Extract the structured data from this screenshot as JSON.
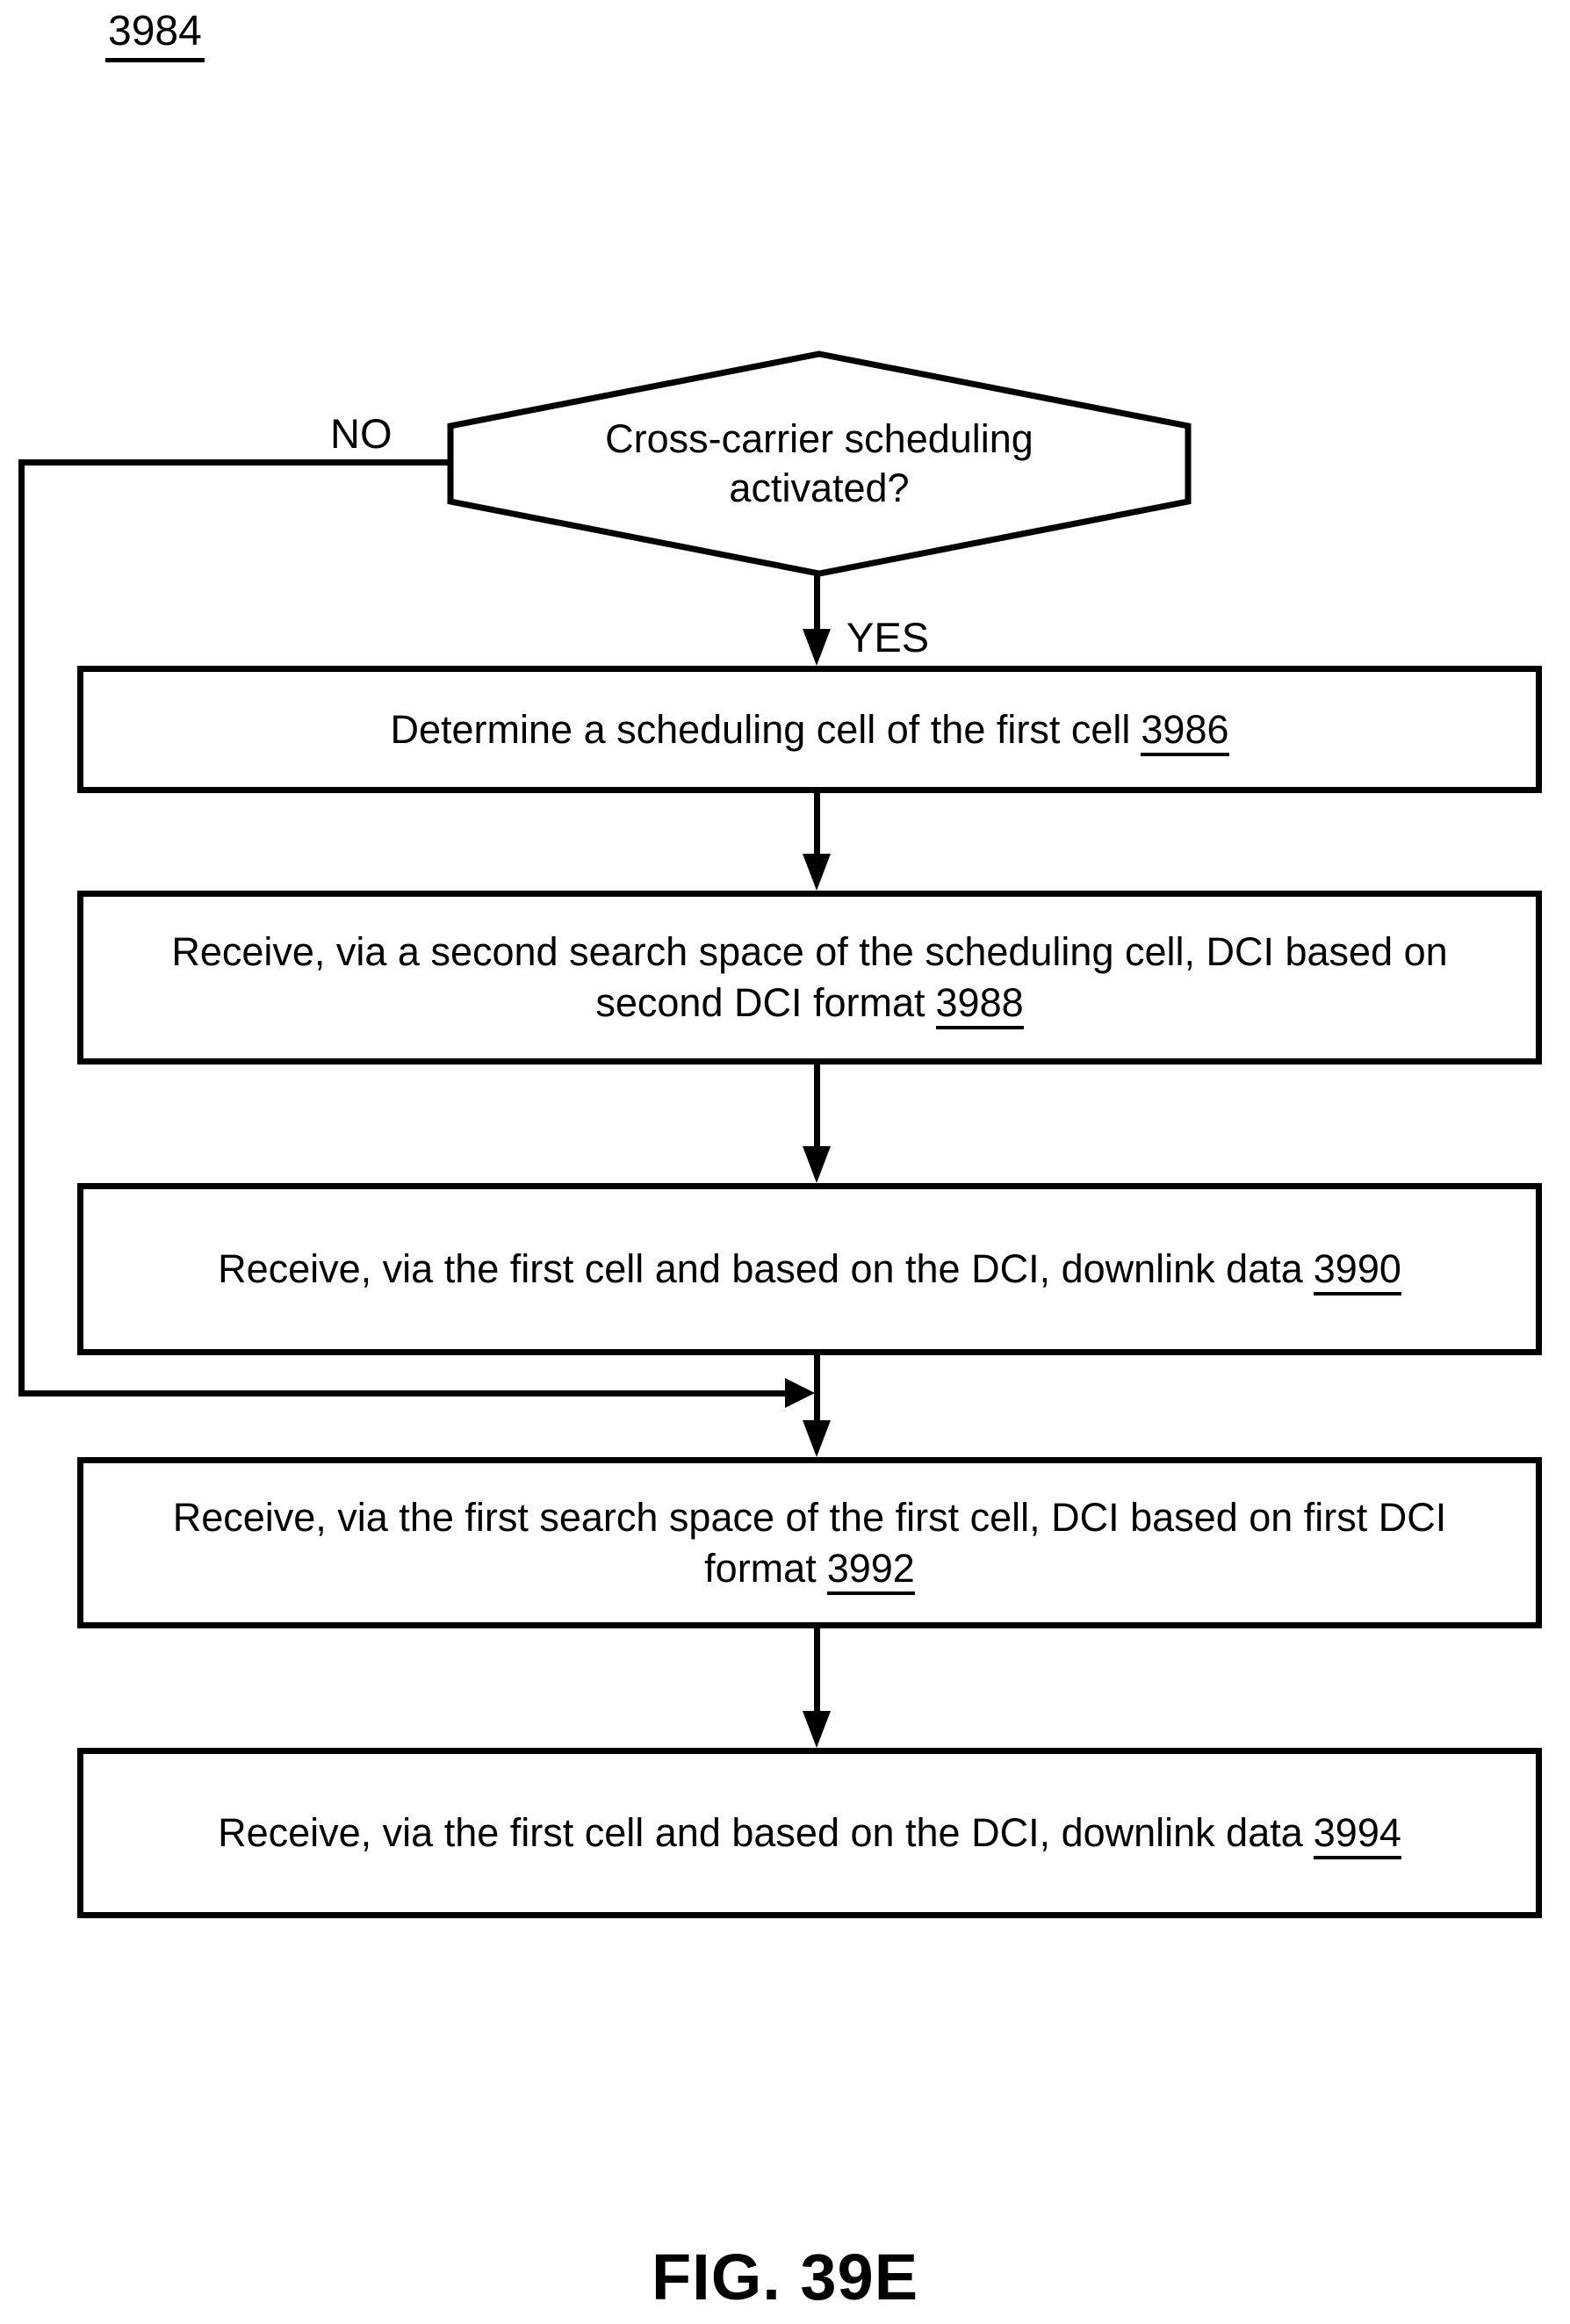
{
  "figure": {
    "id_label": "3984",
    "caption": "FIG. 39E"
  },
  "decision": {
    "line1": "Cross-carrier scheduling",
    "line2": "activated?",
    "no_label": "NO",
    "yes_label": "YES"
  },
  "boxes": [
    {
      "lines": [
        "Determine a scheduling cell of the first cell"
      ],
      "ref": "3986"
    },
    {
      "lines": [
        "Receive, via a second search space of the scheduling cell, DCI based on",
        "second DCI format"
      ],
      "ref": "3988"
    },
    {
      "lines": [
        "Receive, via the first cell and based on the DCI, downlink data"
      ],
      "ref": "3990"
    },
    {
      "lines": [
        "Receive, via the first search space of the first cell, DCI based on first DCI",
        "format"
      ],
      "ref": "3992"
    },
    {
      "lines": [
        "Receive, via the first cell and based on the DCI, downlink data"
      ],
      "ref": "3994"
    }
  ],
  "colors": {
    "ink": "#000000",
    "paper": "#ffffff"
  }
}
